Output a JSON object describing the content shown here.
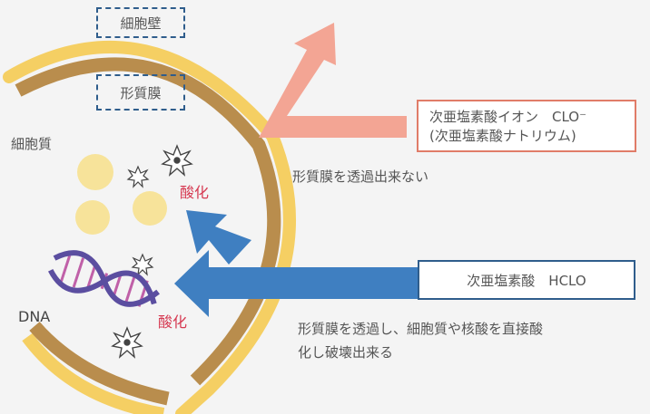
{
  "labels": {
    "cell_wall": "細胞壁",
    "membrane": "形質膜",
    "cytoplasm": "細胞質",
    "dna": "DNA",
    "oxidation_upper": "酸化",
    "oxidation_lower": "酸化"
  },
  "hypochlorite_box": {
    "line1": "次亜塩素酸イオン　CLO⁻",
    "line2": "(次亜塩素酸ナトリウム)"
  },
  "hypochlorite_caption": "形質膜を透過出来ない",
  "hclo_box": {
    "label": "次亜塩素酸　HCLO"
  },
  "hclo_caption": {
    "line1": "形質膜を透過し、細胞質や核酸を直接酸",
    "line2": "化し破壊出来る"
  },
  "colors": {
    "background": "#f4f4f4",
    "cell_wall": "#f5cf63",
    "membrane": "#b98d4d",
    "cytoplasm_dots": "#f7e39a",
    "salmon_arrow": "#f3a594",
    "blue_arrow": "#3f7fc1",
    "box_border_salmon": "#e07c68",
    "box_border_blue": "#2f5d8c",
    "dna_purple": "#5b4ea0",
    "dna_rungs": "#c060a8",
    "oxidation_red": "#d63a52"
  },
  "icons": [
    "burst-icon",
    "dna-helix-icon",
    "arrow-up-right",
    "arrow-left",
    "arrow-up-left"
  ]
}
